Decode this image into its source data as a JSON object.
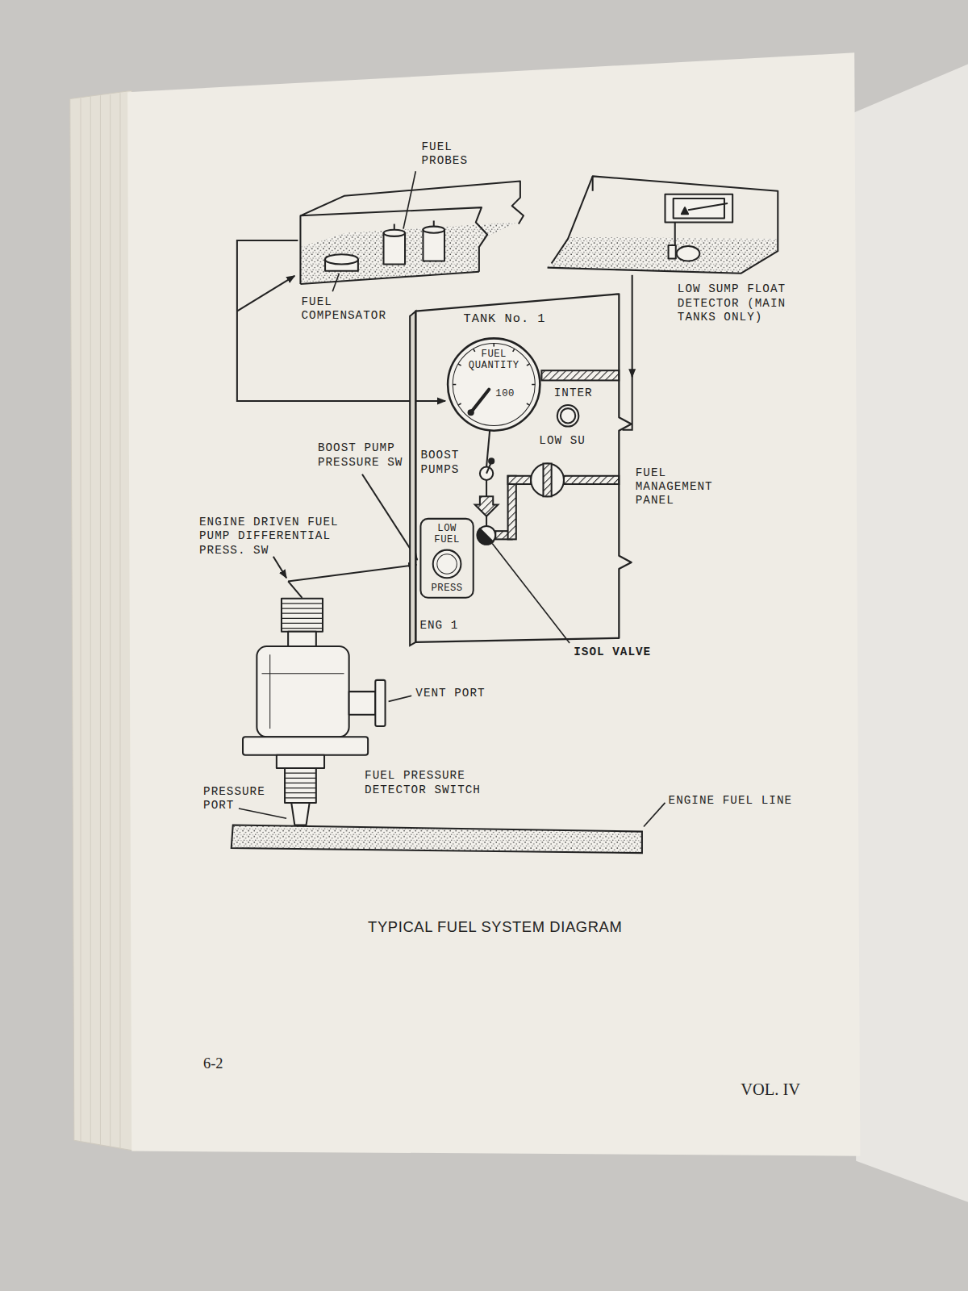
{
  "diagram": {
    "caption": "TYPICAL FUEL SYSTEM DIAGRAM",
    "nodes": [
      {
        "text": [
          "TANK No. 1",
          "INTER",
          "LOW SU",
          "BOOST PUMPS",
          "ENG 1"
        ]
      },
      {
        "text": [
          "FUEL QUANTITY",
          "100"
        ],
        "in": 0
      },
      {
        "text": [
          "LOW FUEL",
          "PRESS"
        ],
        "in": 0
      }
    ],
    "labels": [
      "FUEL PROBES",
      "FUEL COMPENSATOR",
      "LOW SUMP FLOAT DETECTOR (MAIN TANKS ONLY)",
      "BOOST PUMP PRESSURE SW",
      "ENGINE DRIVEN FUEL PUMP DIFFERENTIAL PRESS. SW",
      "FUEL MANAGEMENT PANEL",
      "ISOL VALVE",
      "VENT PORT",
      "FUEL PRESSURE DETECTOR SWITCH",
      "PRESSURE PORT",
      "ENGINE FUEL LINE",
      "6-2",
      "VOL. IV"
    ]
  }
}
